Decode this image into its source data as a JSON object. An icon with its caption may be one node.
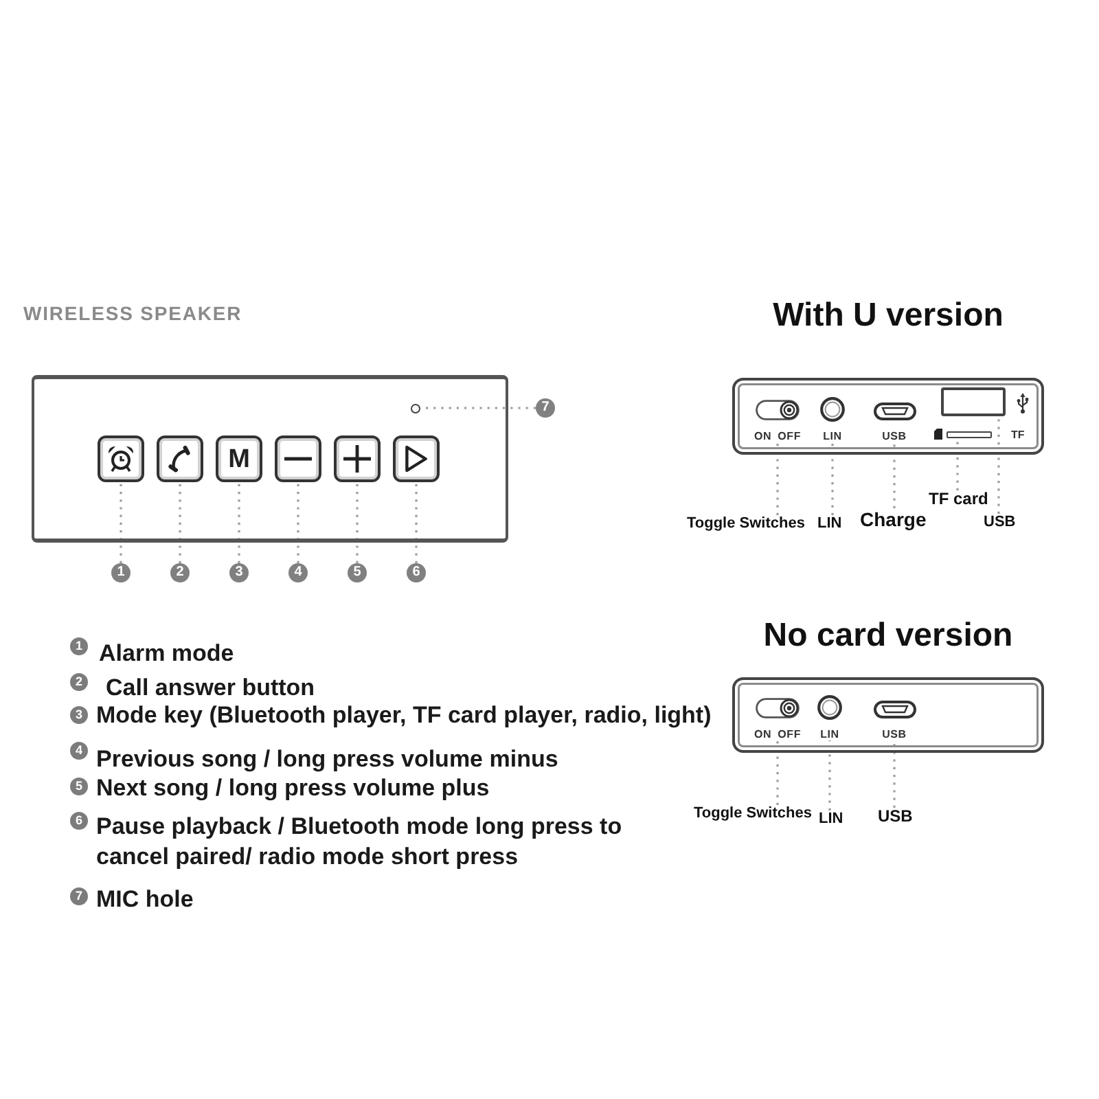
{
  "diagram": {
    "title": "WIRELESS SPEAKER",
    "nodes": [
      {
        "text": [],
        "shape": "box"
      },
      {
        "text": [],
        "shape": "box",
        "in": 0
      },
      {
        "text": [],
        "shape": "box",
        "in": 0
      },
      {
        "text": [
          "M"
        ],
        "in": 0
      },
      {
        "text": [],
        "shape": "box",
        "in": 0
      },
      {
        "text": [],
        "shape": "box",
        "in": 0
      },
      {
        "text": [],
        "shape": "box",
        "in": 0
      },
      {
        "text": [],
        "shape": "circle",
        "in": 0
      },
      {
        "text": [
          "7"
        ]
      },
      {
        "text": [
          "1"
        ]
      },
      {
        "text": [
          "2"
        ]
      },
      {
        "text": [
          "3"
        ]
      },
      {
        "text": [
          "4"
        ]
      },
      {
        "text": [
          "5"
        ]
      },
      {
        "text": [
          "6"
        ]
      },
      {
        "text": [
          "With U version"
        ]
      },
      {
        "text": [
          "ON OFF"
        ],
        "in": 15
      },
      {
        "text": [
          "LIN"
        ],
        "in": 15
      },
      {
        "text": [
          "USB"
        ],
        "in": 15
      },
      {
        "text": [],
        "shape": "box",
        "in": 15
      },
      {
        "text": [],
        "shape": "bar",
        "in": 15,
        "beside": [
          "TF"
        ]
      },
      {
        "text": [
          "Toggle Switches"
        ]
      },
      {
        "text": [
          "LIN"
        ]
      },
      {
        "text": [
          "Charge"
        ]
      },
      {
        "text": [
          "TF card"
        ]
      },
      {
        "text": [
          "USB"
        ]
      },
      {
        "text": [
          "No card version"
        ]
      },
      {
        "text": [
          "ON OFF"
        ],
        "in": 26
      },
      {
        "text": [
          "LIN"
        ],
        "in": 26
      },
      {
        "text": [
          "USB"
        ],
        "in": 26
      },
      {
        "text": [
          "Toggle Switches"
        ]
      },
      {
        "text": [
          "LIN"
        ]
      },
      {
        "text": [
          "USB"
        ]
      }
    ],
    "edges": [
      {
        "from": 9,
        "to": 1,
        "arrow": "none",
        "style": "dashed"
      },
      {
        "from": 10,
        "to": 2,
        "arrow": "none",
        "style": "dashed"
      },
      {
        "from": 11,
        "to": 3,
        "arrow": "none",
        "style": "dashed"
      },
      {
        "from": 12,
        "to": 4,
        "arrow": "none",
        "style": "dashed"
      },
      {
        "from": 13,
        "to": 5,
        "arrow": "none",
        "style": "dashed"
      },
      {
        "from": 14,
        "to": 6,
        "arrow": "none",
        "style": "dashed"
      },
      {
        "from": 8,
        "to": 7,
        "arrow": "none",
        "style": "dashed"
      },
      {
        "from": 21,
        "to": 16,
        "arrow": "none",
        "style": "dashed"
      },
      {
        "from": 22,
        "to": 17,
        "arrow": "none",
        "style": "dashed"
      },
      {
        "from": 23,
        "to": 18,
        "arrow": "none",
        "style": "dashed"
      },
      {
        "from": 24,
        "to": 20,
        "arrow": "none",
        "style": "dashed"
      },
      {
        "from": 25,
        "to": 19,
        "arrow": "none",
        "style": "dashed"
      },
      {
        "from": 30,
        "to": 27,
        "arrow": "none",
        "style": "dashed"
      },
      {
        "from": 31,
        "to": 28,
        "arrow": "none",
        "style": "dashed"
      },
      {
        "from": 32,
        "to": 29,
        "arrow": "none",
        "style": "dashed"
      }
    ],
    "labels": [
      "1",
      "Alarm mode",
      "2",
      "Call answer button",
      "3",
      "Mode key (Bluetooth player, TF card player, radio, light)",
      "4",
      "Previous song / long press volume minus",
      "5",
      "Next song / long press volume plus",
      "6",
      "Pause playback / Bluetooth mode long press to cancel paired/ radio mode short press",
      "7",
      "MIC hole"
    ]
  }
}
